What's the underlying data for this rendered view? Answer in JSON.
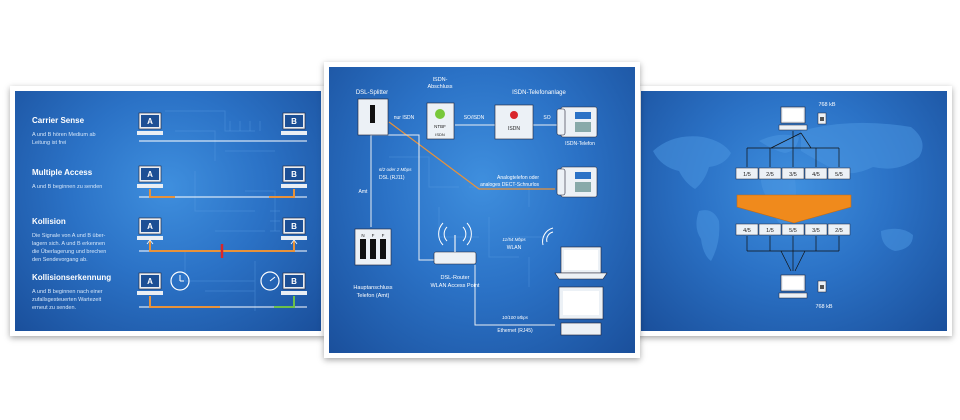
{
  "csma": {
    "sections": [
      {
        "title": "Carrier Sense",
        "desc": [
          "A und B hören Medium ab",
          "Leitung ist frei"
        ]
      },
      {
        "title": "Multiple Access",
        "desc": [
          "A und B beginnen zu senden"
        ]
      },
      {
        "title": "Kollision",
        "desc": [
          "Die Signale von A und B über-",
          "lagern sich. A und B erkennen",
          "die Überlagerung und brechen",
          "den Sendevorgang ab."
        ]
      },
      {
        "title": "Kollisionserkennung",
        "desc": [
          "A und B beginnen nach einer",
          "zufallsgesteuerten Wartezeit",
          "erneut zu senden."
        ]
      }
    ],
    "station_a": "A",
    "station_b": "B",
    "colors": {
      "signal": "#e8923a",
      "green": "#6cc04a",
      "collision": "#d9262c"
    }
  },
  "network": {
    "dsl_splitter": "DSL-Splitter",
    "isdn_abschluss": [
      "ISDN-",
      "Abschluss"
    ],
    "ntbf": "NTBF",
    "isdn_small": "ISDN",
    "isdn_telefonanlage": "ISDN-Telefonanlage",
    "isdn_box": "ISDN",
    "nur_isdn": "nur ISDN",
    "so_isdn": "SO/ISDN",
    "so": "SO",
    "isdn_telefon": "ISDN-Telefon",
    "dsl_speed": "6/2 oder 2 Mbps",
    "dsl_rj11": "DSL (RJ11)",
    "analog": [
      "Analogtelefon oder",
      "analoges DECT-Schnurlos"
    ],
    "amt": "Amt",
    "tae_letters": [
      "N",
      "F",
      "F"
    ],
    "hauptanschluss": [
      "Hauptanschluss",
      "Telefon (Amt)"
    ],
    "wlan_speed": "11/54 Mbps",
    "wlan": "WLAN",
    "router": [
      "DSL-Router",
      "WLAN Access Point"
    ],
    "eth_speed": "10/100 Mbps",
    "ethernet": "Ethernet (RJ45)"
  },
  "transfer": {
    "size_top": "768 kB",
    "size_bottom": "768 kB",
    "top_packets": [
      "1/5",
      "2/5",
      "3/5",
      "4/5",
      "5/5"
    ],
    "bottom_packets": [
      "4/5",
      "1/5",
      "5/5",
      "3/5",
      "2/5"
    ],
    "arrow_color": "#f08a1c"
  }
}
